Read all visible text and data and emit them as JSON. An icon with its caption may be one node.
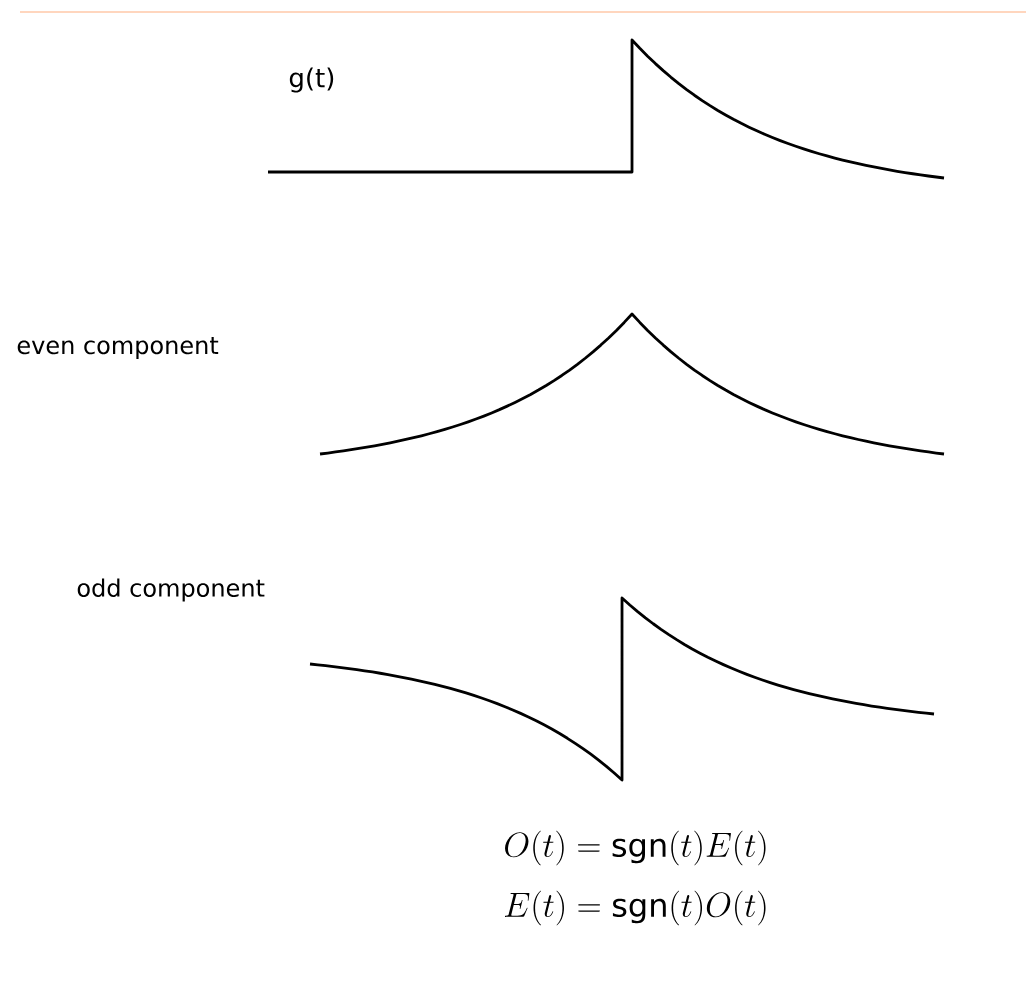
{
  "diagram": {
    "labels": [
      "g(t)",
      "even component",
      "odd component",
      "O(t) = \\operatorname{sgn}(t)E(t)",
      "E(t) = \\operatorname{sgn}(t)O(t)"
    ]
  }
}
